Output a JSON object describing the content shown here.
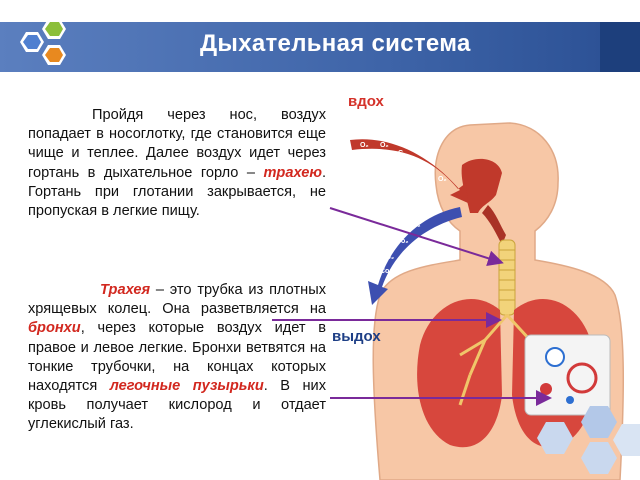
{
  "title": "Дыхательная система",
  "diagram": {
    "inhale_label": "вдох",
    "exhale_label": "выдох"
  },
  "paragraph1": {
    "text_a": "Пройдя через нос, воздух попадает в носоглотку, где становится еще чище и теплее. Далее воздух идет через гортань в дыхательное горло – ",
    "term_trachea": "трахею",
    "text_b": ". Гортань при глотании закрывается, не пропуская в легкие пищу."
  },
  "paragraph2": {
    "term_trachea": "Трахея",
    "text_a": " – это трубка из плотных хрящевых колец. Она разветвляется на ",
    "term_bronchi": "бронхи",
    "text_b": ", через которые воздух идет в правое и левое легкие. Бронхи ветвятся на тонкие трубочки, на концах которых находятся ",
    "term_alveoli": "легочные пузырьки",
    "text_c": ". В них кровь получает кислород и отдает углекислый газ."
  },
  "colors": {
    "header": "#3e64a8",
    "term": "#d2281f",
    "inhale": "#d4322a",
    "exhale": "#1e3f86",
    "pointer": "#7a2a9a"
  },
  "icons": [
    "hexagon-logo-icon",
    "hexagon-decoration-icon"
  ]
}
